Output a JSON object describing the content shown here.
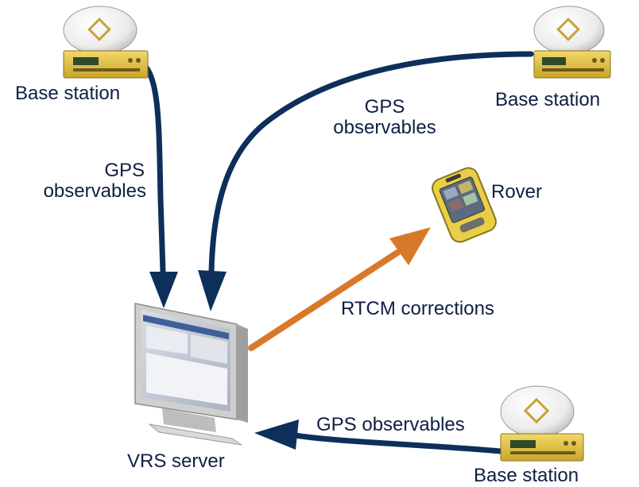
{
  "colors": {
    "observables_arrow": "#0d2f5a",
    "corrections_arrow": "#d8792a",
    "label_text": "#0f1f44",
    "receiver_body": "#e9c94a"
  },
  "icons": {
    "base_station": "gps-base-station-icon",
    "rover": "handheld-rover-icon",
    "server": "computer-monitor-icon"
  },
  "nodes": {
    "base_top_left": "Base station",
    "base_top_right": "Base station",
    "base_bottom_right": "Base station",
    "rover": "Rover",
    "server": "VRS server"
  },
  "edges": {
    "left_line1": "GPS",
    "left_line2": "observables",
    "top_line1": "GPS",
    "top_line2": "observables",
    "bottom": "GPS observables",
    "corrections": "RTCM corrections"
  }
}
